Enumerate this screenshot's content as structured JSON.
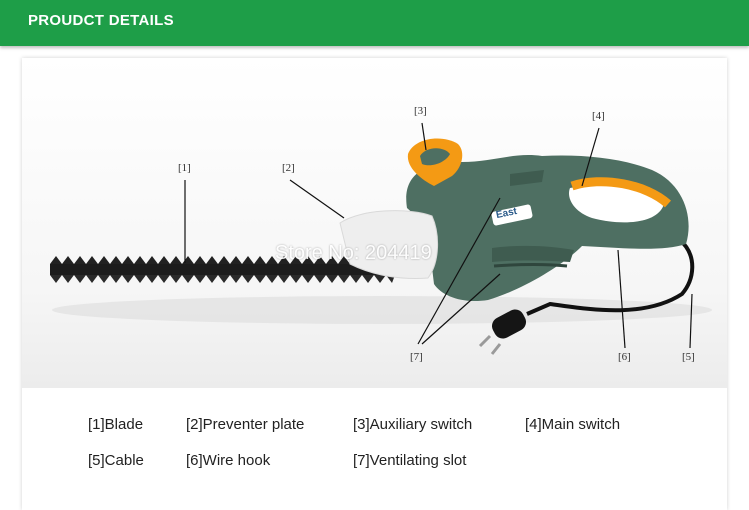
{
  "header": {
    "title": "PROUDCT DETAILS"
  },
  "image": {
    "watermark": "Store No: 204419",
    "brand_badge": "East",
    "callouts": {
      "c1": "[1]",
      "c2": "[2]",
      "c3": "[3]",
      "c4": "[4]",
      "c5": "[5]",
      "c6": "[6]",
      "c7": "[7]"
    }
  },
  "legend": [
    {
      "label": "[1]Blade"
    },
    {
      "label": "[2]Preventer plate"
    },
    {
      "label": "[3]Auxiliary switch"
    },
    {
      "label": "[4]Main switch"
    },
    {
      "label": "[5]Cable"
    },
    {
      "label": "[6]Wire hook"
    },
    {
      "label": "[7]Ventilating slot"
    }
  ],
  "colors": {
    "header": "#1e9e48",
    "body": "#4e6f62",
    "accent": "#f49a14"
  }
}
